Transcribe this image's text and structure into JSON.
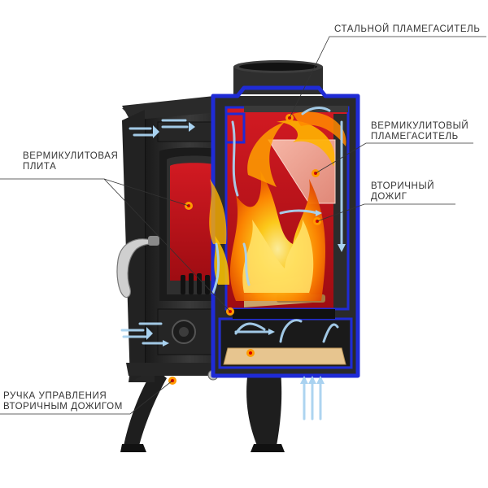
{
  "labels": {
    "steel_baffle": "СТАЛЬНОЙ ПЛАМЕГАСИТЕЛЬ",
    "vermiculite_baffle": [
      "ВЕРМИКУЛИТОВЫЙ",
      "ПЛАМЕГАСИТЕЛЬ"
    ],
    "secondary_burn": [
      "ВТОРИЧНЫЙ",
      "ДОЖИГ"
    ],
    "vermiculite_plate": [
      "ВЕРМИКУЛИТОВАЯ",
      "ПЛИТА"
    ],
    "control_handle": [
      "РУЧКА УПРАВЛЕНИЯ",
      "ВТОРИЧНЫМ ДОЖИГОМ"
    ]
  },
  "colors": {
    "body": "#2b2b2b",
    "body_dark": "#161616",
    "insulation_outline": "#1f2bd6",
    "chamber": "#c0101a",
    "flame_yellow": "#ffd21a",
    "flame_orange": "#ff7a00",
    "air_arrow": "#a9d2f0",
    "ash_drawer": "#e7c58f",
    "marker": "#ff9a00",
    "text": "#333333"
  },
  "icons": {
    "air_flow": "air-flow-arrow-icon",
    "marker": "hotspot-marker-icon",
    "handle": "door-handle-icon"
  }
}
